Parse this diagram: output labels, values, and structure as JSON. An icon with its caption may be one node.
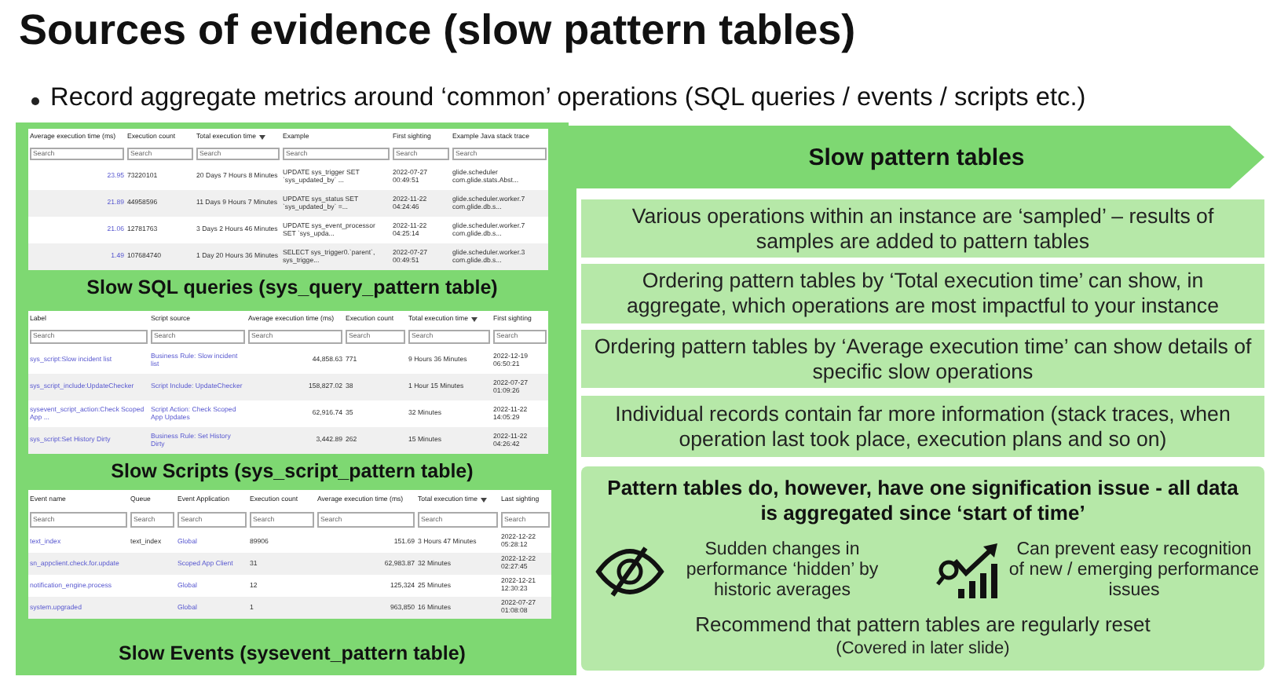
{
  "diagram": {
    "title": "Sources of evidence (slow pattern tables)",
    "nodes": [
      {
        "text": [
          "Slow pattern tables"
        ]
      },
      {
        "text": [
          "Various operations within an instance are ‘sampled’ – results of samples are added to pattern tables"
        ]
      },
      {
        "text": [
          "Ordering pattern tables by ‘Total execution time’ can show, in aggregate, which operations are most impactful to your instance"
        ]
      },
      {
        "text": [
          "Ordering pattern tables by ‘Average execution time’ can show details of specific slow operations"
        ]
      },
      {
        "text": [
          "Individual records contain far more information (stack traces, when operation last took place, execution plans and so on)"
        ]
      },
      {
        "text": [
          "Pattern tables do, however, have one signification issue - all data is aggregated since ‘start of time’",
          "Recommend that pattern tables are regularly reset",
          "(Covered in later slide)"
        ]
      },
      {
        "text": [
          "Sudden changes in performance ‘hidden’ by historic averages"
        ],
        "in": 5
      },
      {
        "text": [
          "Can prevent easy recognition of new / emerging performance issues"
        ],
        "in": 5
      }
    ],
    "edges": [],
    "labels": [
      "Record aggregate metrics around ‘common’ operations (SQL queries / events / scripts etc.)",
      "Average execution time (ms)",
      "Execution count",
      "Total execution time",
      "Example",
      "First sighting",
      "Example Java stack trace",
      "Search",
      "Search",
      "Search",
      "Search",
      "Search",
      "Search",
      "23.95",
      "73220101",
      "20 Days 7 Hours 8 Minutes",
      "UPDATE sys_trigger SET `sys_updated_by` ...",
      "2022-07-27 00:49:51",
      "glide.scheduler com.glide.stats.Abst...",
      "21.89",
      "44958596",
      "11 Days 9 Hours 7 Minutes",
      "UPDATE sys_status SET `sys_updated_by` =...",
      "2022-11-22 04:24:46",
      "glide.scheduler.worker.7 com.glide.db.s...",
      "21.06",
      "12781763",
      "3 Days 2 Hours 46 Minutes",
      "UPDATE sys_event_processor SET `sys_upda...",
      "2022-11-22 04:25:14",
      "glide.scheduler.worker.7 com.glide.db.s...",
      "1.49",
      "107684740",
      "1 Day 20 Hours 36 Minutes",
      "SELECT sys_trigger0.`parent`, sys_trigge...",
      "2022-07-27 00:49:51",
      "glide.scheduler.worker.3 com.glide.db.s...",
      "Slow SQL queries (sys_query_pattern table)",
      "Label",
      "Script source",
      "Average execution time (ms)",
      "Execution count",
      "Total execution time",
      "First sighting",
      "Search",
      "Search",
      "Search",
      "Search",
      "Search",
      "Search",
      "sys_script:Slow incident list",
      "Business Rule: Slow incident list",
      "44,858.63",
      "771",
      "9 Hours 36 Minutes",
      "2022-12-19 06:50:21",
      "sys_script_include:UpdateChecker",
      "Script Include: UpdateChecker",
      "158,827.02",
      "38",
      "1 Hour 15 Minutes",
      "2022-07-27 01:09:26",
      "sysevent_script_action:Check Scoped App ...",
      "Script Action: Check Scoped App Updates",
      "62,916.74",
      "35",
      "32 Minutes",
      "2022-11-22 14:05:29",
      "sys_script:Set History Dirty",
      "Business Rule: Set History Dirty",
      "3,442.89",
      "262",
      "15 Minutes",
      "2022-11-22 04:26:42",
      "Slow Scripts (sys_script_pattern table)",
      "Event name",
      "Queue",
      "Event Application",
      "Execution count",
      "Average execution time (ms)",
      "Total execution time",
      "Last sighting",
      "Search",
      "Search",
      "Search",
      "Search",
      "Search",
      "Search",
      "Search",
      "text_index",
      "text_index",
      "Global",
      "89906",
      "151.69",
      "3 Hours 47 Minutes",
      "2022-12-22 05:28:12",
      "sn_appclient.check.for.update",
      "Scoped App Client",
      "31",
      "62,983.87",
      "32 Minutes",
      "2022-12-22 02:27:45",
      "notification_engine.process",
      "Global",
      "12",
      "125,324",
      "25 Minutes",
      "2022-12-21 12:30:23",
      "system.upgraded",
      "Global",
      "1",
      "963,850",
      "16 Minutes",
      "2022-07-27 01:08:08",
      "Slow Events (sysevent_pattern table)"
    ]
  }
}
